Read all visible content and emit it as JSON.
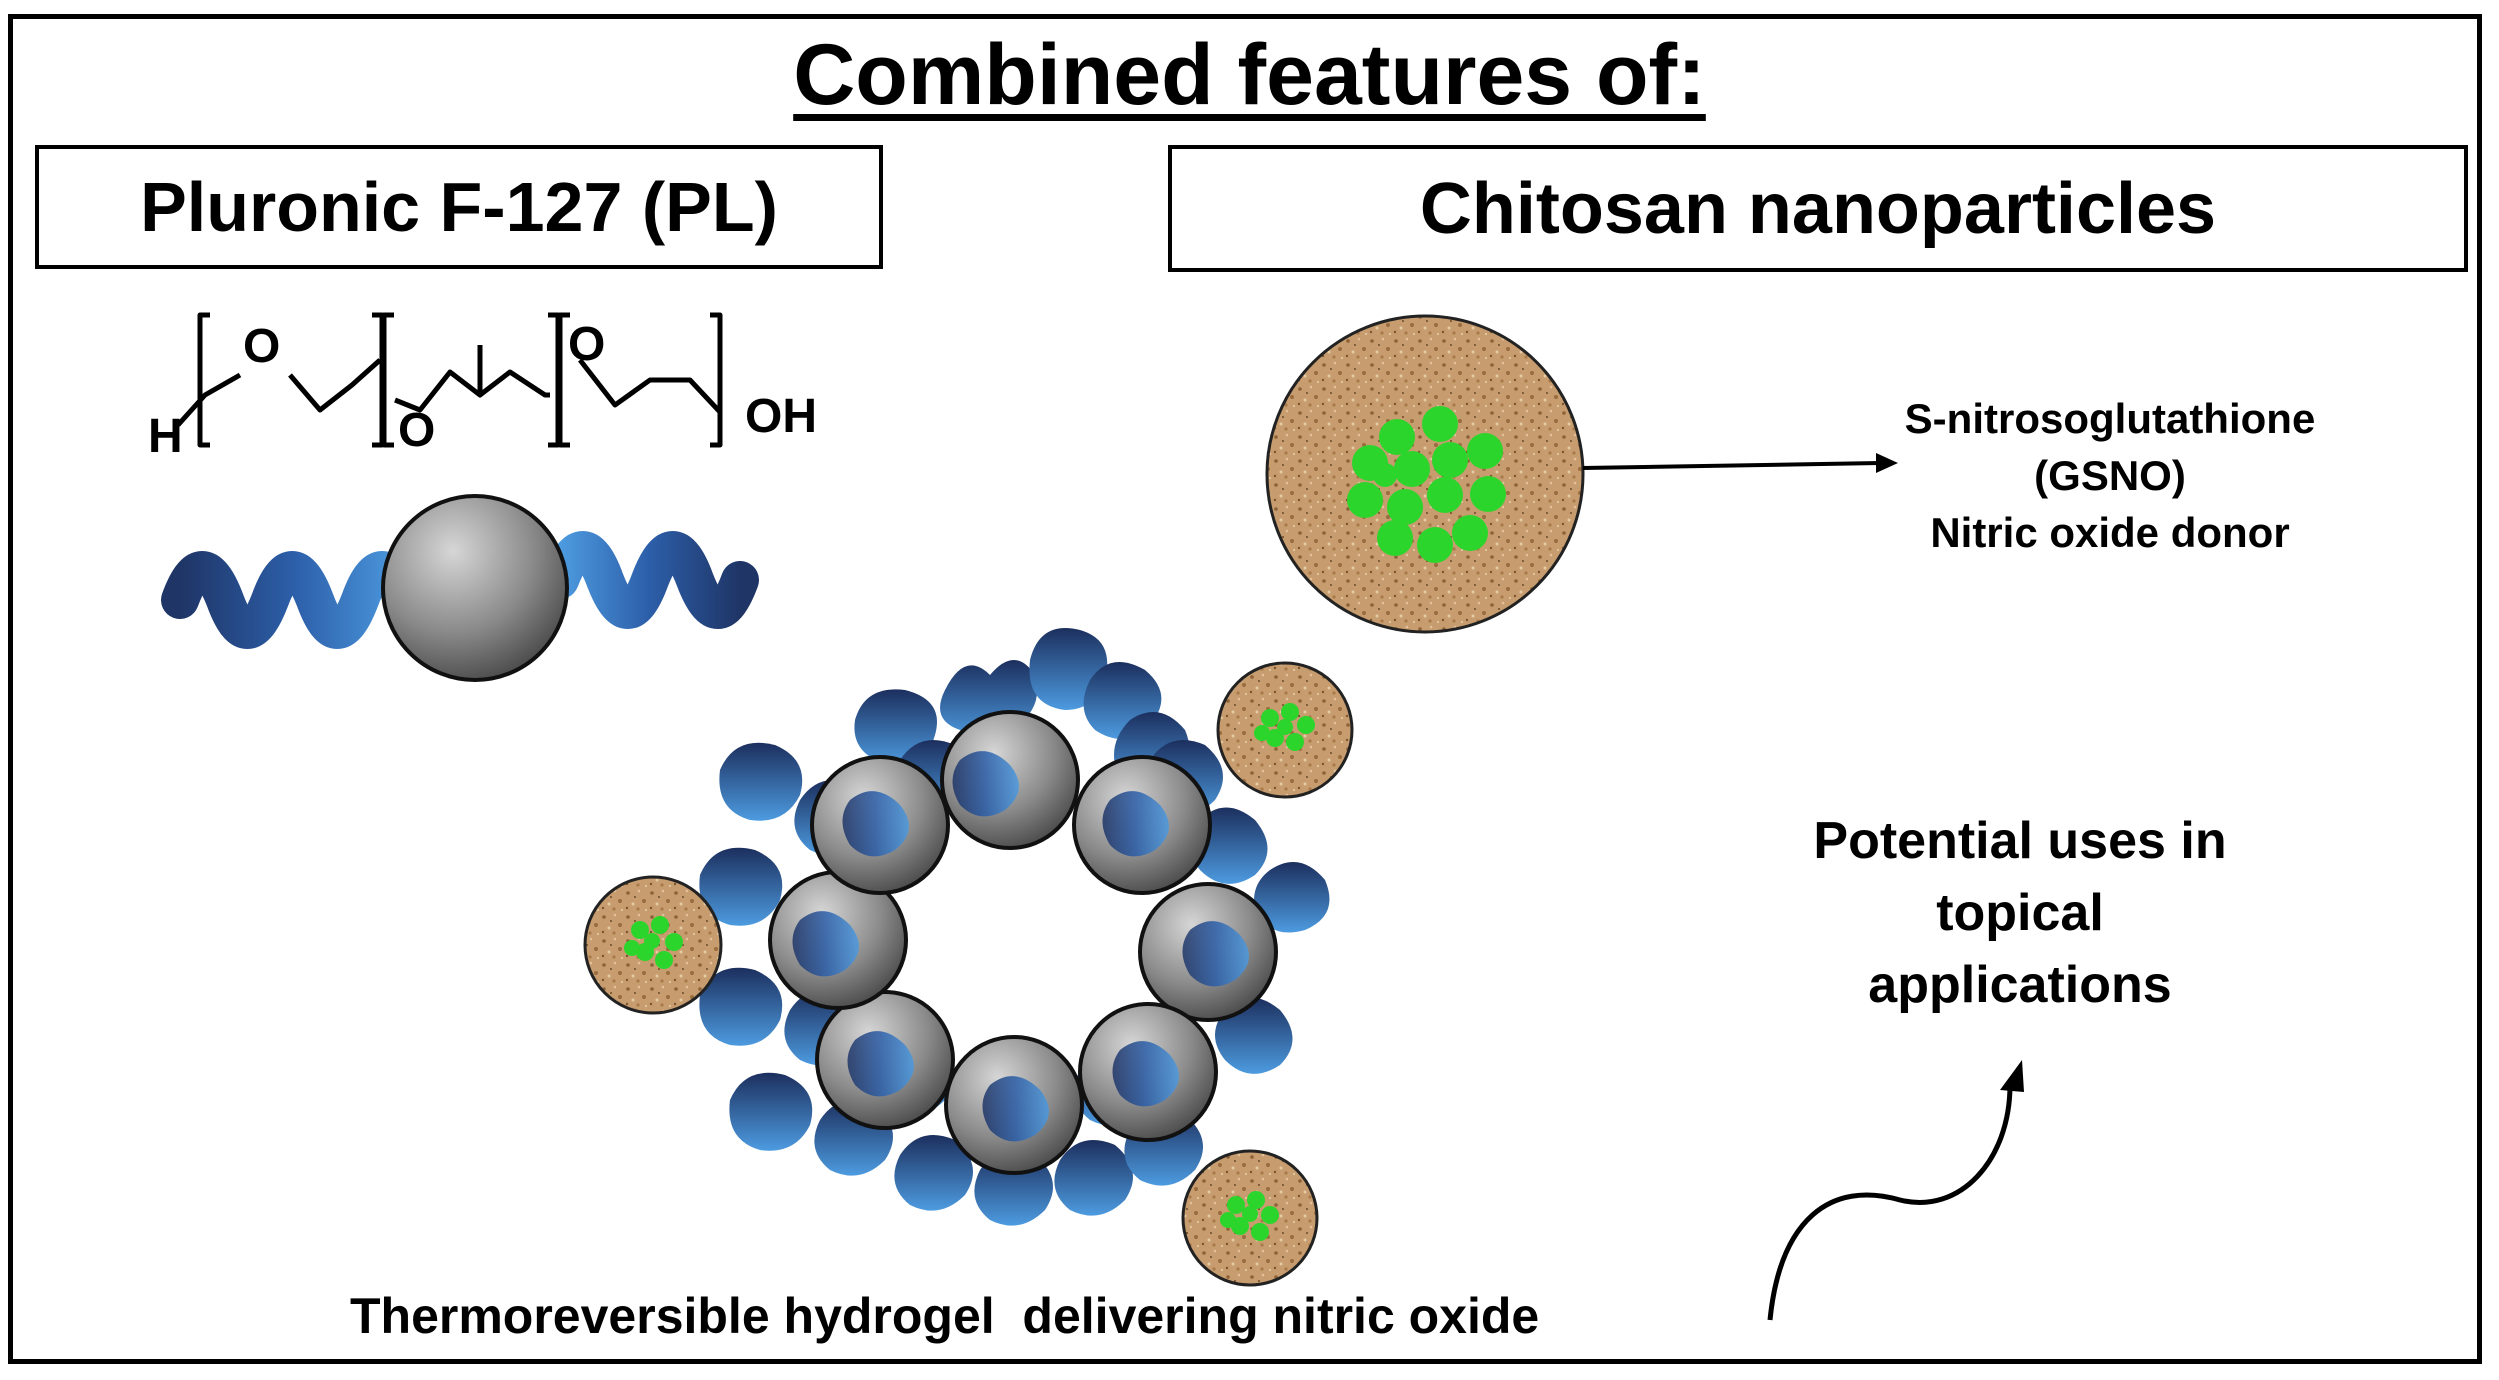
{
  "title": "Combined features of:",
  "pluronic": {
    "label": "Pluronic F-127 (PL)",
    "formula": {
      "h_end": "H",
      "oh_end": "OH",
      "oxygen": "O"
    }
  },
  "chitosan": {
    "label": "Chitosan nanoparticles",
    "cargo_lines": [
      "S-nitrosoglutathione",
      "(GSNO)",
      "Nitric oxide donor"
    ]
  },
  "uses_lines": [
    "Potential uses in",
    "topical",
    "applications"
  ],
  "caption": "Thermoreversible hydrogel  delivering nitric oxide",
  "colors": {
    "chain_dark": "#1f3566",
    "chain_light": "#3d8ad4",
    "micelle_core": "#7b7b7b",
    "nanoparticle": "#c49a6c",
    "gsno": "#2bd52b"
  },
  "icons": [
    "pluronic-structural-formula",
    "pluronic-unimer",
    "chitosan-nanoparticle",
    "hydrogel-micelle-network",
    "curved-arrow"
  ]
}
